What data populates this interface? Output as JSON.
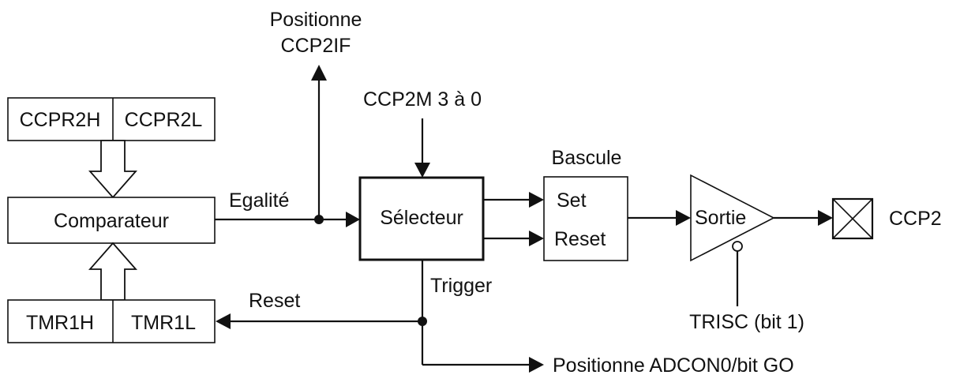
{
  "registers": {
    "ccpr2h": "CCPR2H",
    "ccpr2l": "CCPR2L",
    "tmr1h": "TMR1H",
    "tmr1l": "TMR1L"
  },
  "blocks": {
    "comparateur": "Comparateur",
    "selecteur": "Sélecteur",
    "bascule_title": "Bascule",
    "bascule_set": "Set",
    "bascule_reset": "Reset",
    "sortie": "Sortie"
  },
  "signals": {
    "positionne_line1": "Positionne",
    "positionne_line2": "CCP2IF",
    "ccp2m": "CCP2M 3 à 0",
    "egalite": "Egalité",
    "trigger": "Trigger",
    "reset": "Reset",
    "trisc": "TRISC (bit 1)",
    "ccp2": "CCP2",
    "adcon0": "Positionne ADCON0/bit GO"
  }
}
